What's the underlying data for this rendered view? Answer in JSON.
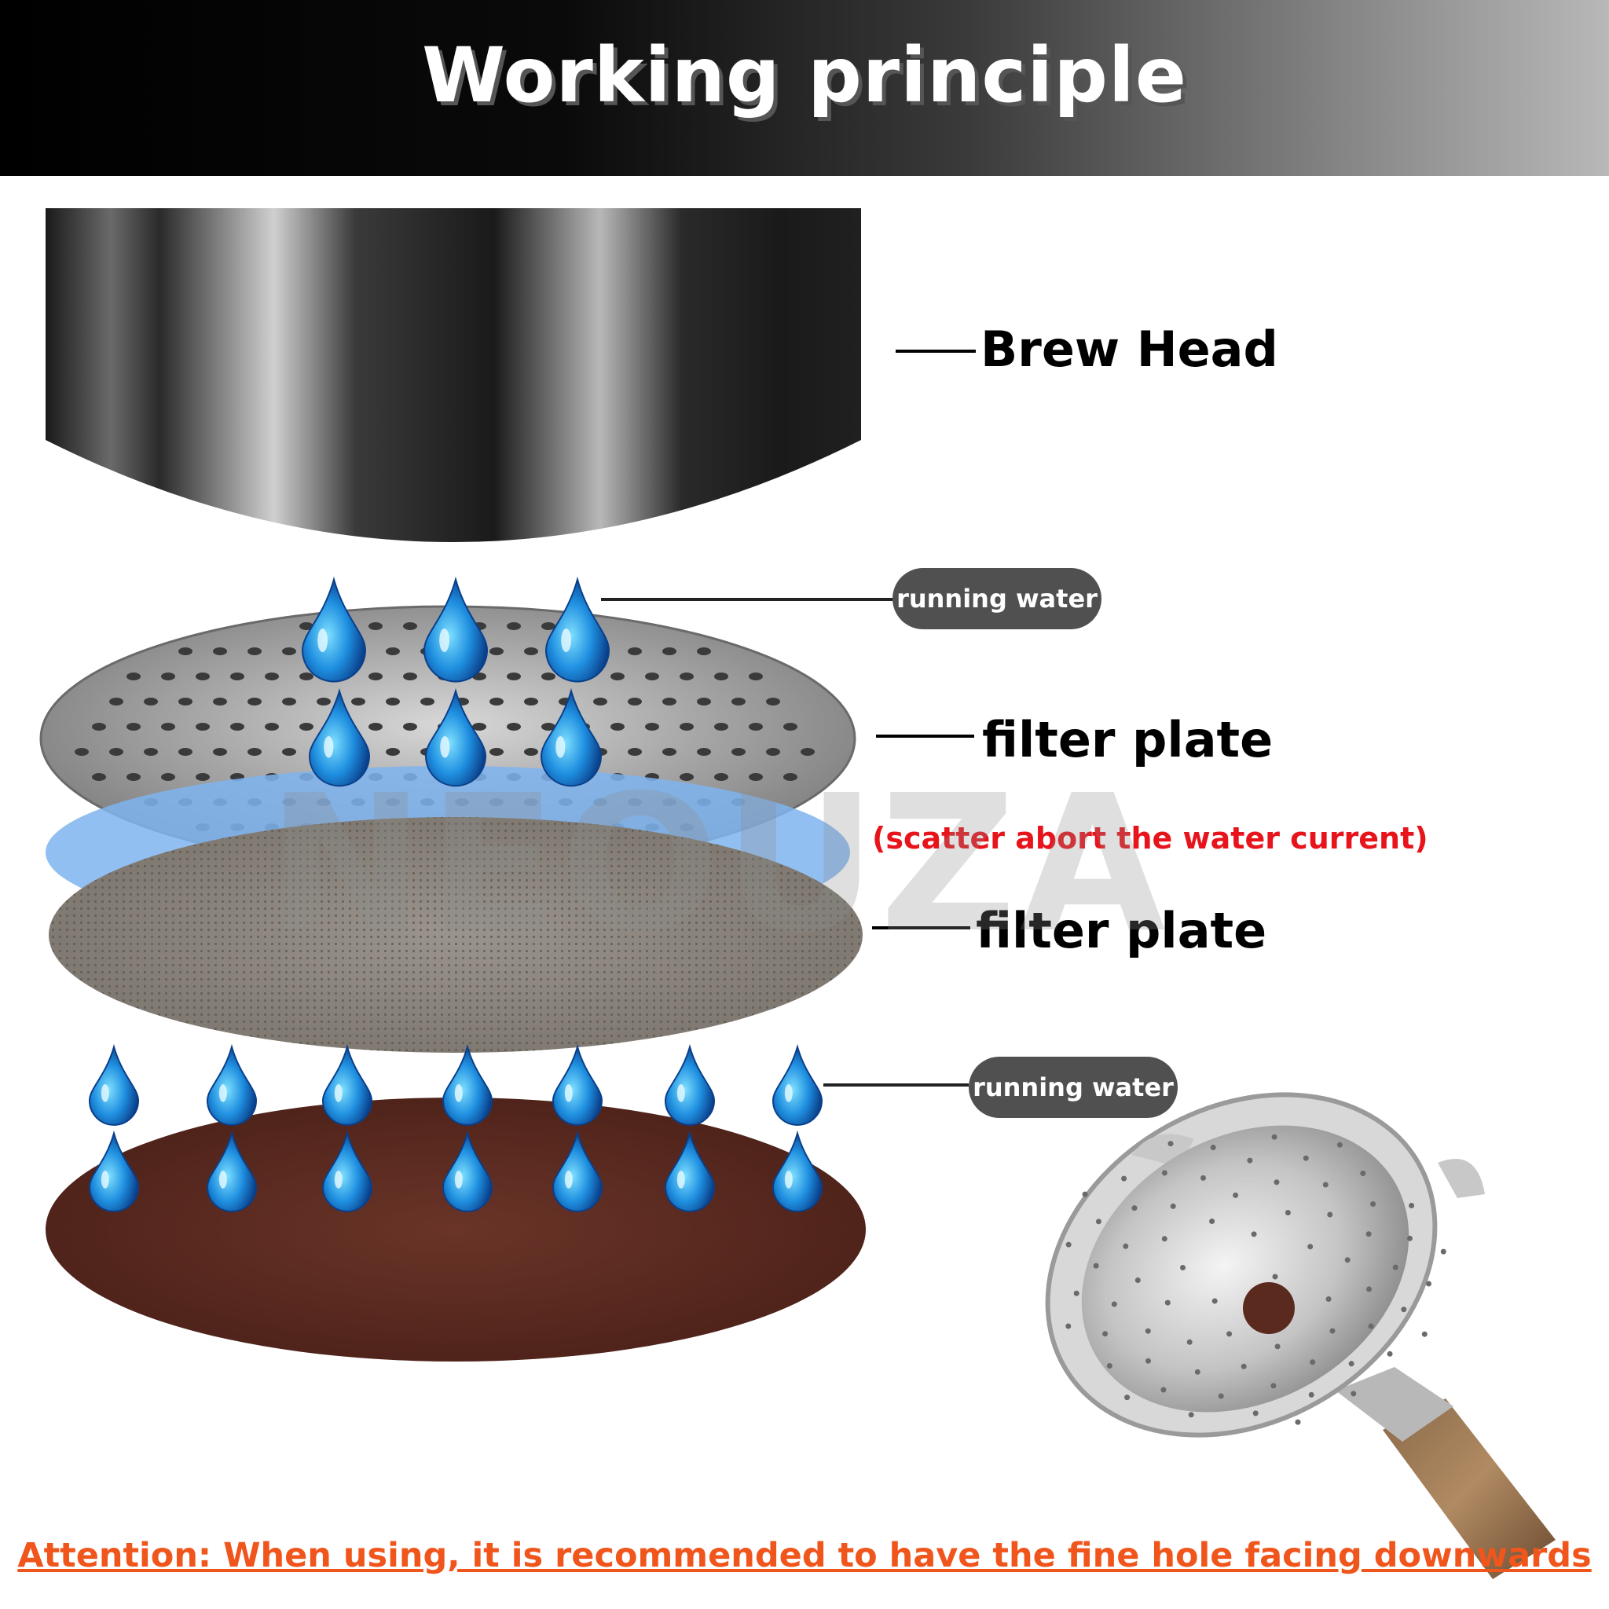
{
  "header": {
    "title": "Working principle"
  },
  "labels": {
    "brew_head": "Brew Head",
    "filter_plate_top": "filter plate",
    "scatter_note": "(scatter abort the water current)",
    "filter_plate_bottom": "filter plate",
    "running_water_top": "running water",
    "running_water_bottom": "running water"
  },
  "watermark": "NEOUZA",
  "attention": "Attention: When using, it is recommended to have the fine hole facing downwards",
  "colors": {
    "header_dark": "#000000",
    "label_pill": "#505050",
    "note_red": "#e8141c",
    "attention_orange": "#f0551c",
    "water_blue": "#1f8fe0",
    "coffee_brown": "#5a2a22"
  }
}
